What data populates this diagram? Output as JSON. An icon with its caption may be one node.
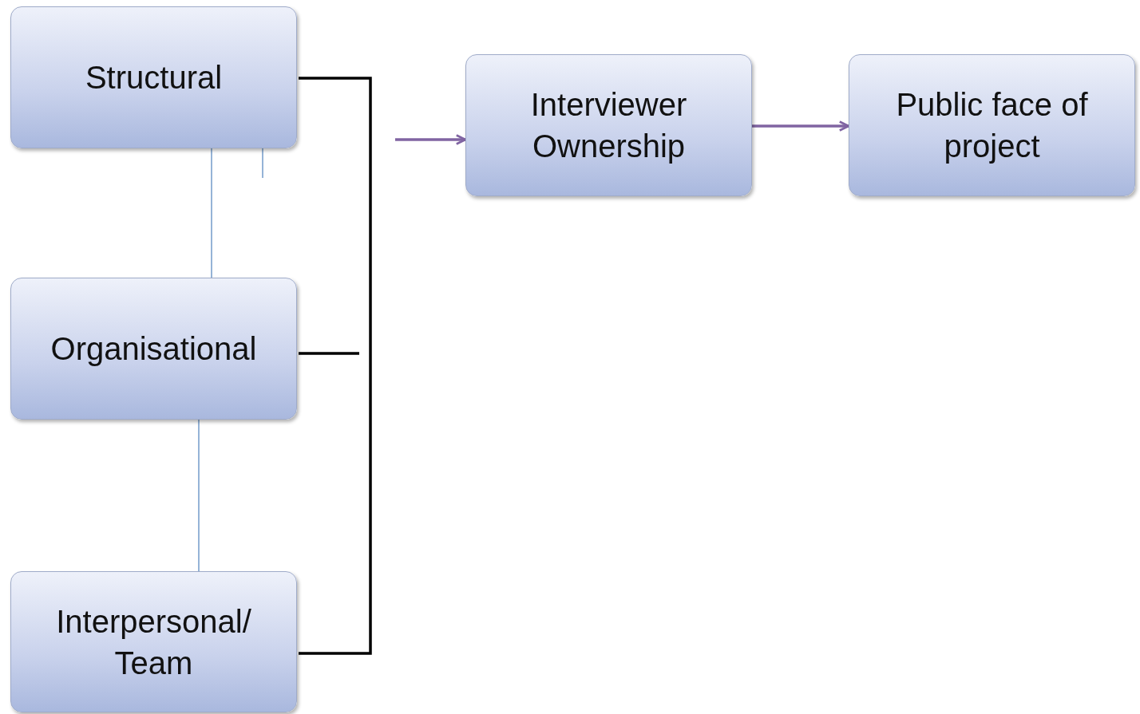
{
  "diagram": {
    "nodes": [
      {
        "text": [
          "Structural"
        ]
      },
      {
        "text": [
          "Organisational"
        ]
      },
      {
        "text": [
          "Interpersonal/ Team"
        ]
      },
      {
        "text": [
          "Interviewer Ownership"
        ]
      },
      {
        "text": [
          "Public face of project"
        ]
      }
    ],
    "edges": [
      {
        "from": 0,
        "to": 1,
        "arrow": "none",
        "color": "#4f81bd"
      },
      {
        "from": 1,
        "to": 2,
        "arrow": "none",
        "color": "#4f81bd"
      },
      {
        "from": null,
        "to": 3,
        "arrow": "to",
        "color": "#8064a2",
        "style": "thick"
      },
      {
        "from": 3,
        "to": 4,
        "arrow": "to",
        "color": "#8064a2",
        "style": "thick"
      }
    ]
  }
}
